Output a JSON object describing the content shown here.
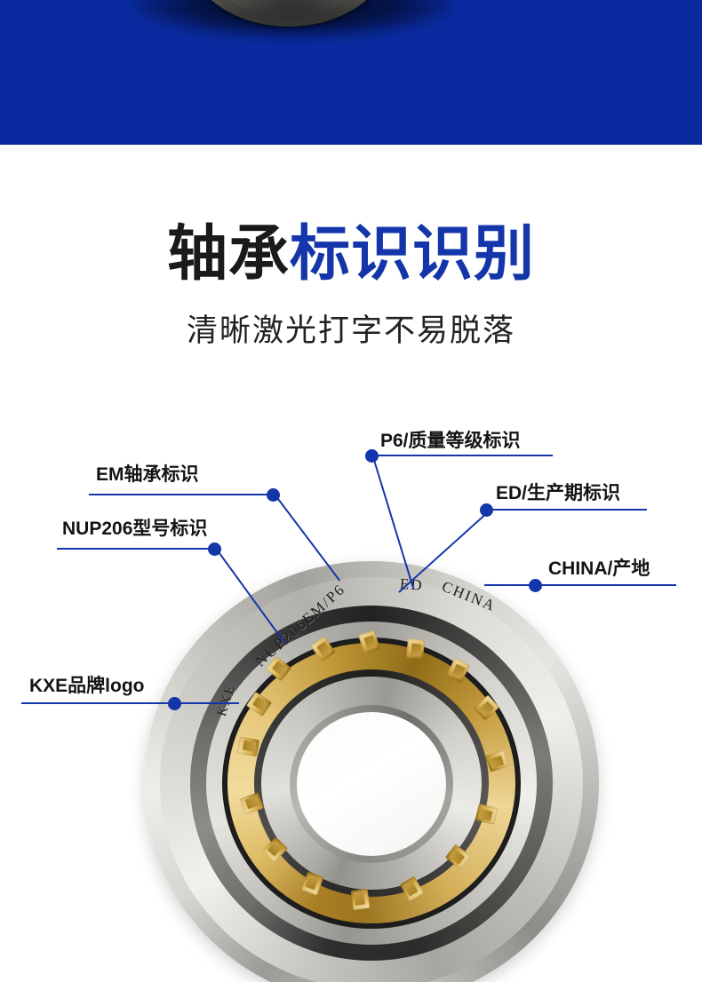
{
  "banner": {
    "background_color": "#0a2ba0",
    "bearing_image_alt": "bearing-bottom-edge"
  },
  "heading": {
    "part_dark": "轴承",
    "part_blue": "标识识别",
    "dark_color": "#1a1a1a",
    "blue_color": "#1436aa"
  },
  "subheading": {
    "text": "清晰激光打字不易脱落"
  },
  "callouts": [
    {
      "id": "em",
      "label": "EM轴承标识",
      "dot_color": "#1436aa"
    },
    {
      "id": "nup206",
      "label": "NUP206型号标识",
      "dot_color": "#1436aa"
    },
    {
      "id": "p6",
      "label": "P6/质量等级标识",
      "dot_color": "#1436aa"
    },
    {
      "id": "ed",
      "label": "ED/生产期标识",
      "dot_color": "#1436aa"
    },
    {
      "id": "china",
      "label": "CHINA/产地",
      "dot_color": "#1436aa"
    },
    {
      "id": "kxe",
      "label": "KXE品牌logo",
      "dot_color": "#1436aa"
    }
  ],
  "bearing": {
    "engraving": {
      "brand": "KXE",
      "model": "NUP206EM/P6",
      "date_code": "ED",
      "origin": "CHINA"
    },
    "colors": {
      "steel": "#cfcdc7",
      "brass_cage": "#d8b45e",
      "dark_band": "#2f2f2f"
    }
  }
}
